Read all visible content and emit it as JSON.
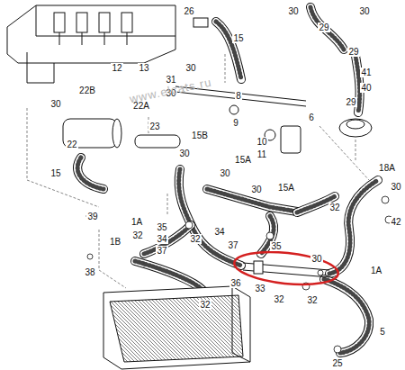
{
  "diagram": {
    "labels": [
      "26",
      "30",
      "30",
      "29",
      "15",
      "29",
      "12",
      "13",
      "30",
      "41",
      "40",
      "31",
      "22B",
      "30",
      "8",
      "29",
      "30",
      "22A",
      "6",
      "9",
      "15B",
      "10",
      "22",
      "23",
      "11",
      "30",
      "15",
      "15A",
      "30",
      "15A",
      "30",
      "18A",
      "30",
      "39",
      "1A",
      "35",
      "32",
      "42",
      "1B",
      "32",
      "34",
      "32",
      "34",
      "37",
      "37",
      "35",
      "1A",
      "38",
      "36",
      "33",
      "30",
      "32",
      "32",
      "32",
      "5",
      "25",
      "www.elcats.ru"
    ]
  }
}
